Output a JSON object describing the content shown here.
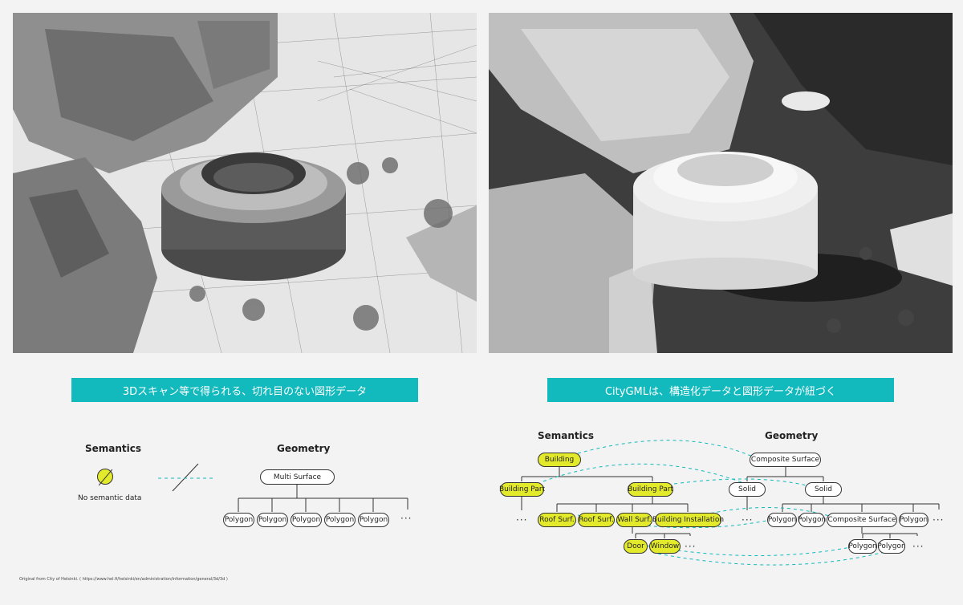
{
  "left": {
    "banner": "3Dスキャン等で得られる、切れ目のない図形データ",
    "semantics_title": "Semantics",
    "geometry_title": "Geometry",
    "no_semantic_label": "No semantic data",
    "root_node": "Multi Surface",
    "polygons": [
      "Polygon",
      "Polygon",
      "Polygon",
      "Polygon",
      "Polygon"
    ],
    "ellipsis": "···"
  },
  "right": {
    "banner": "CityGMLは、構造化データと図形データが紐づく",
    "semantics_title": "Semantics",
    "geometry_title": "Geometry",
    "sem_nodes": {
      "building": "Building",
      "building_part_1": "Building Part",
      "building_part_2": "Building Part",
      "roof_1": "Roof Surf.",
      "roof_2": "Roof Surf.",
      "wall": "Wall Surf.",
      "installation": "Building Installation",
      "door": "Door",
      "window": "Window"
    },
    "geo_nodes": {
      "composite_top": "Composite Surface",
      "solid_1": "Solid",
      "solid_2": "Solid",
      "polygon_1": "Polygon",
      "polygon_2": "Polygon",
      "composite_mid": "Composite Surface",
      "polygon_3": "Polygon",
      "polygon_4": "Polygon",
      "polygon_5": "Polygon"
    },
    "ellipsis": "···"
  },
  "footnote": "Original from City of Helsinki. ( https://www.hel.fi/helsinki/en/administration/information/general/3d/3d )",
  "colors": {
    "accent": "#12b9bd",
    "semantic_highlight": "#e3ea2b"
  }
}
